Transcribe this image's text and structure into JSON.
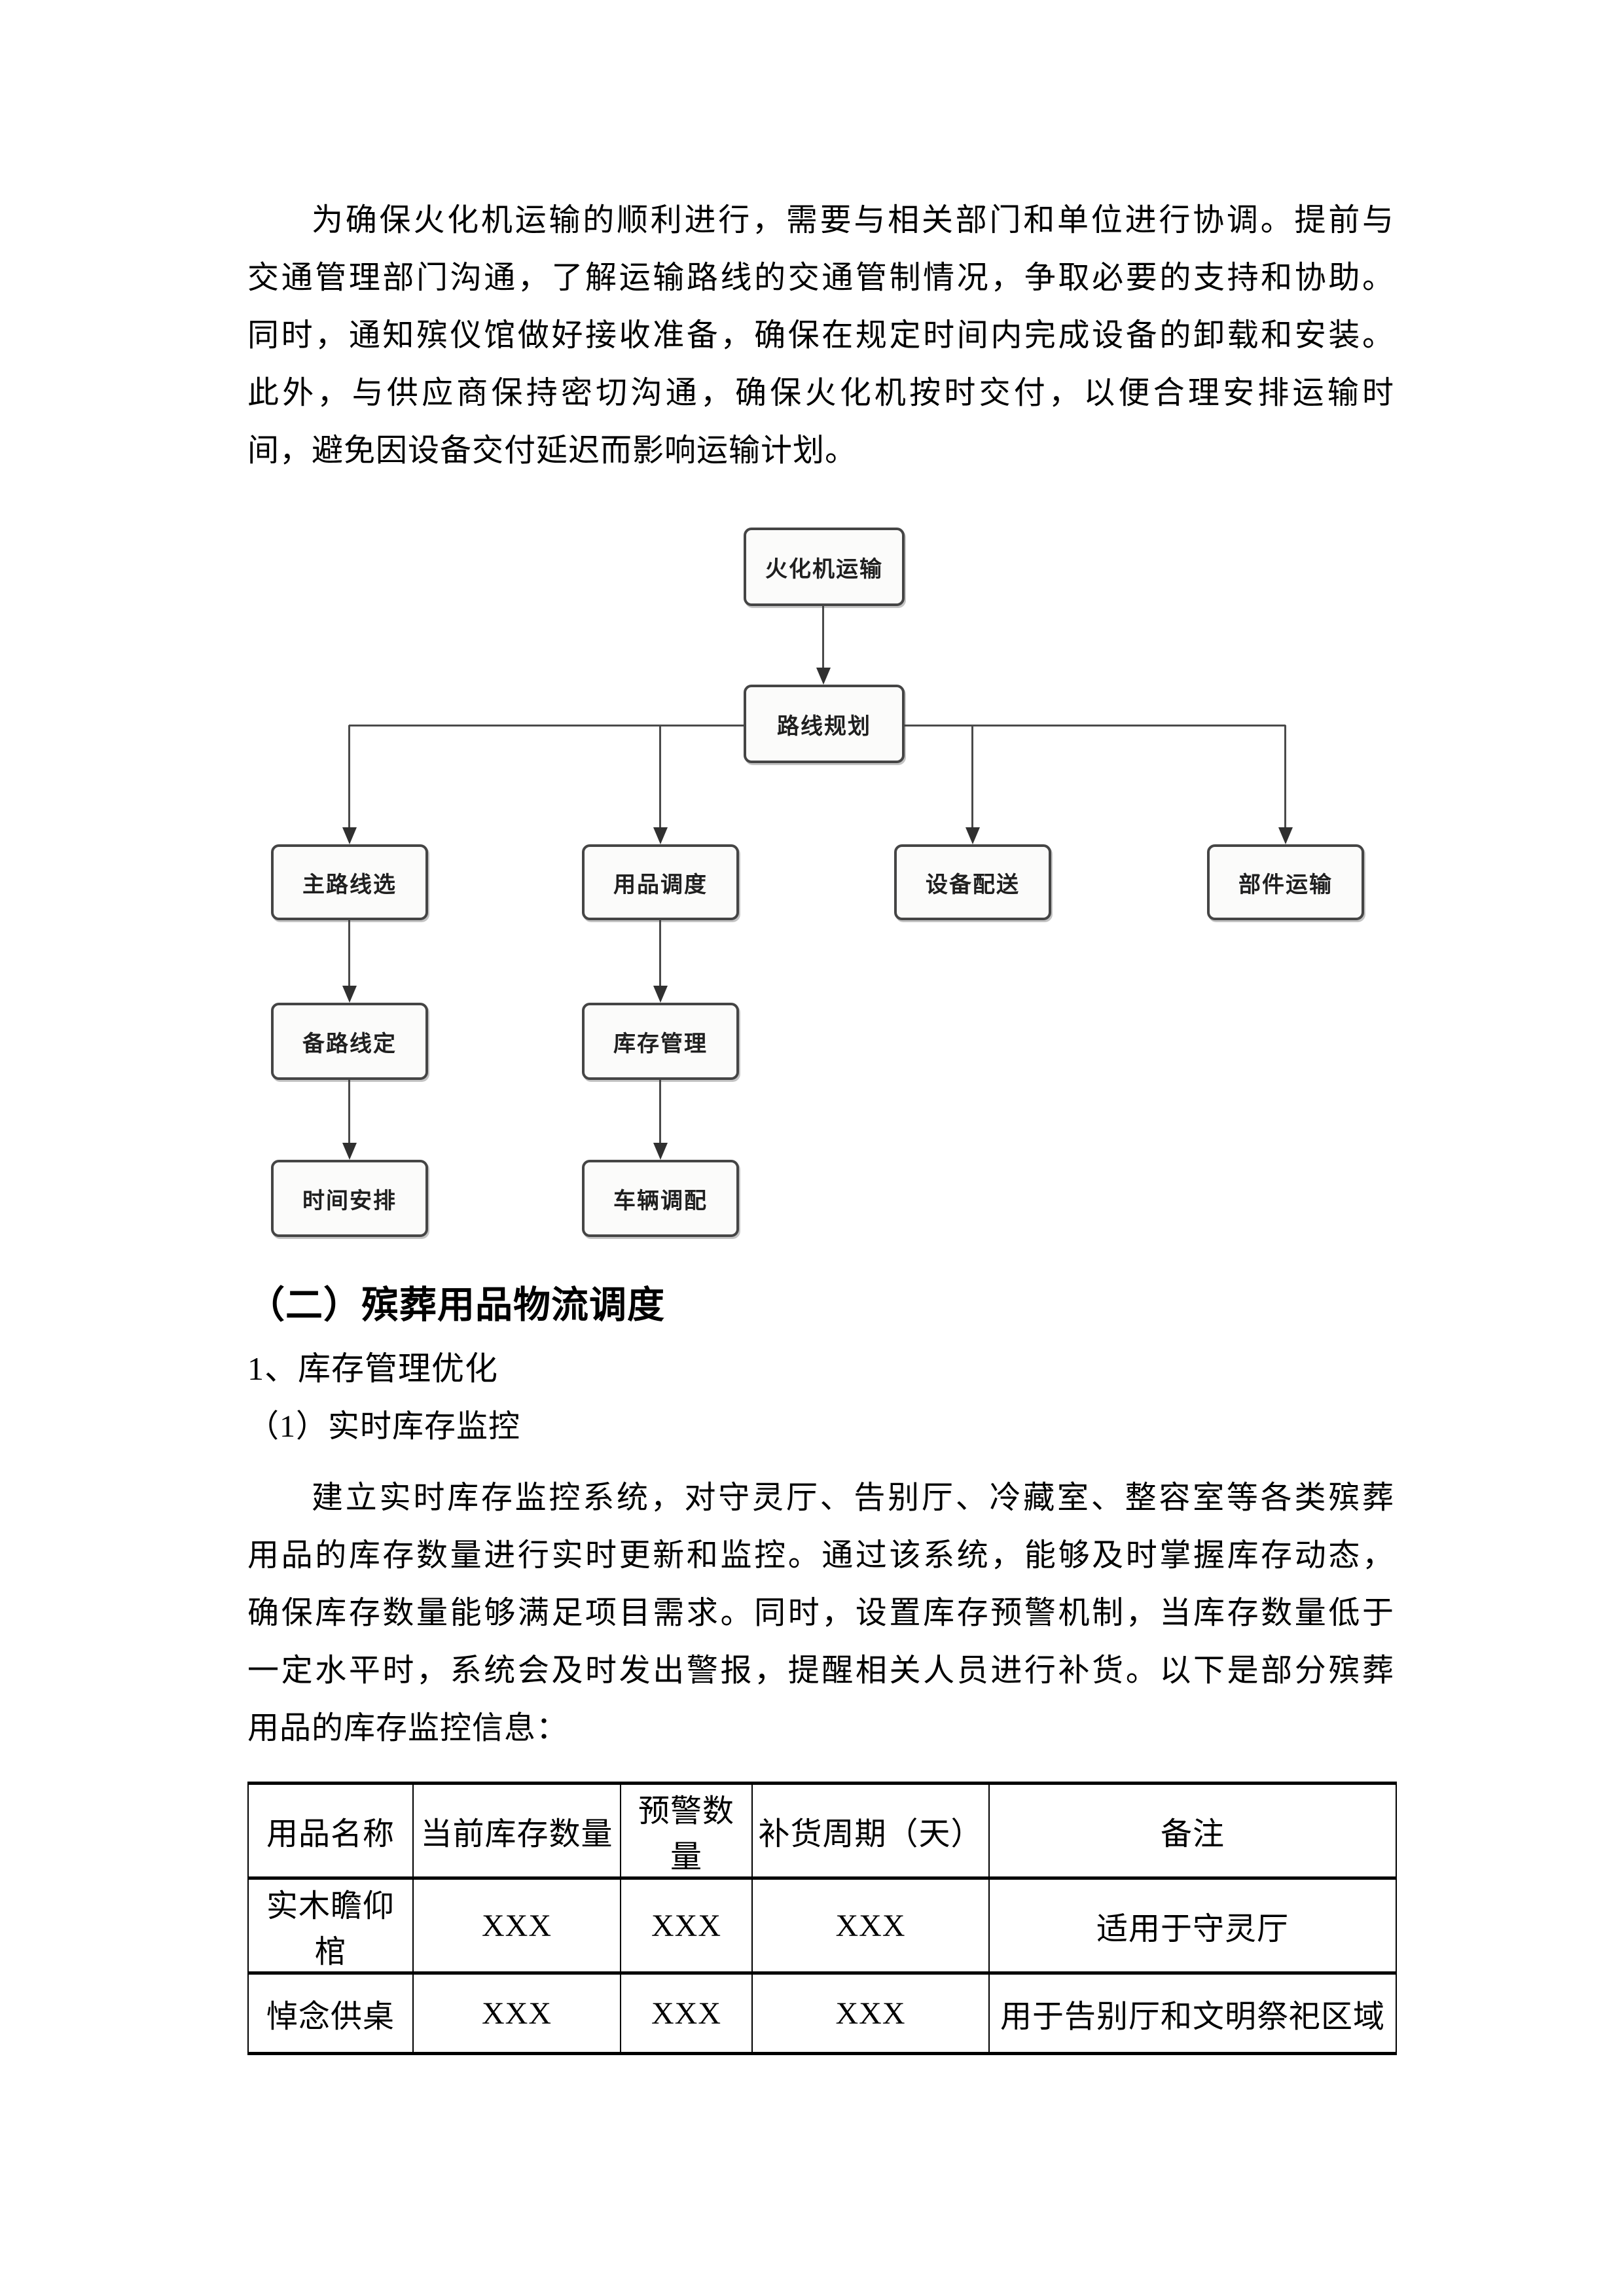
{
  "page": {
    "background_color": "#ffffff",
    "text_color": "#000000"
  },
  "paragraph_1": {
    "lines": [
      "为确保火化机运输的顺利进行，需要与相关部门和单位进行协调。提前与",
      "交通管理部门沟通，了解运输路线的交通管制情况，争取必要的支持和协助。",
      "同时，通知殡仪馆做好接收准备，确保在规定时间内完成设备的卸载和安装。",
      "此外，与供应商保持密切沟通，确保火化机按时交付，以便合理安排运输时",
      "间，避免因设备交付延迟而影响运输计划。"
    ]
  },
  "flowchart": {
    "nodes": {
      "cremator-transport": "火化机运输",
      "route-planning": "路线规划",
      "main-route-selection": "主路线选",
      "supplies-dispatch": "用品调度",
      "equipment-delivery": "设备配送",
      "parts-transport": "部件运输",
      "backup-route-determination": "备路线定",
      "inventory-management": "库存管理",
      "time-arrangement": "时间安排",
      "vehicle-allocation": "车辆调配"
    },
    "edges": [
      [
        "cremator-transport",
        "route-planning"
      ],
      [
        "route-planning",
        "main-route-selection"
      ],
      [
        "route-planning",
        "supplies-dispatch"
      ],
      [
        "route-planning",
        "equipment-delivery"
      ],
      [
        "route-planning",
        "parts-transport"
      ],
      [
        "main-route-selection",
        "backup-route-determination"
      ],
      [
        "backup-route-determination",
        "time-arrangement"
      ],
      [
        "supplies-dispatch",
        "inventory-management"
      ],
      [
        "inventory-management",
        "vehicle-allocation"
      ]
    ],
    "node_border_color": "#454545",
    "node_fill_color": "#fbfbfa",
    "connector_color": "#4a4a4a"
  },
  "headings": {
    "section": "（二）殡葬用品物流调度",
    "sub_numbered": "1、库存管理优化",
    "sub_item": "（1）实时库存监控"
  },
  "paragraph_2": {
    "lines": [
      "建立实时库存监控系统，对守灵厅、告别厅、冷藏室、整容室等各类殡葬",
      "用品的库存数量进行实时更新和监控。通过该系统，能够及时掌握库存动态，",
      "确保库存数量能够满足项目需求。同时，设置库存预警机制，当库存数量低于",
      "一定水平时，系统会及时发出警报，提醒相关人员进行补货。以下是部分殡葬",
      "用品的库存监控信息："
    ]
  },
  "inventory_table": {
    "headers": [
      "用品名称",
      "当前库存数量",
      "预警数量",
      "补货周期（天）",
      "备注"
    ],
    "rows": [
      {
        "cells": [
          "实木瞻仰棺",
          "XXX",
          "XXX",
          "XXX",
          "适用于守灵厅"
        ]
      },
      {
        "cells": [
          "悼念供桌",
          "XXX",
          "XXX",
          "XXX",
          "用于告别厅和文明祭祀区域"
        ]
      }
    ]
  }
}
